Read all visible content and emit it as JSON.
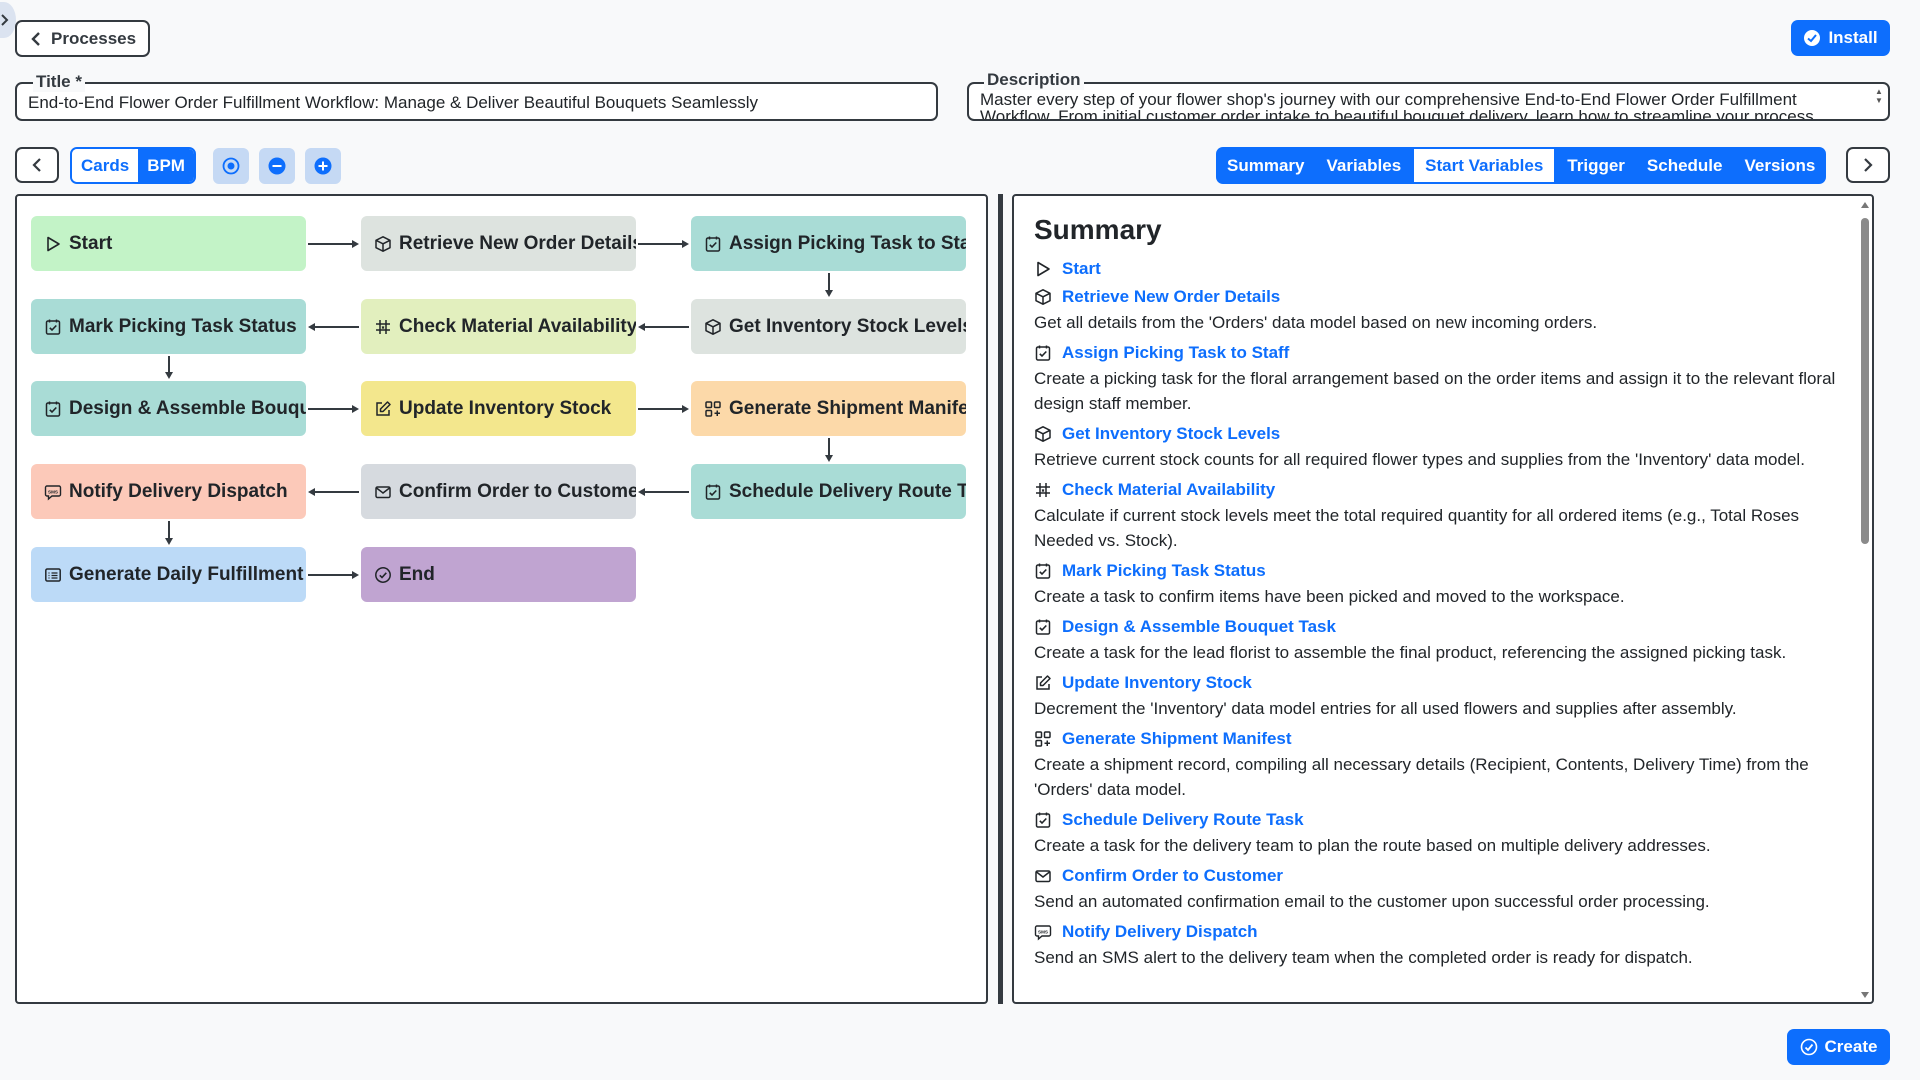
{
  "header": {
    "back_label": "Processes",
    "install_label": "Install"
  },
  "form": {
    "title_label": "Title *",
    "title_value": "End-to-End Flower Order Fulfillment Workflow: Manage & Deliver Beautiful Bouquets Seamlessly",
    "description_label": "Description",
    "description_value": "Master every step of your flower shop's journey with our comprehensive End-to-End Flower Order Fulfillment Workflow. From initial customer order intake to beautiful bouquet delivery, learn how to streamline your process"
  },
  "toolbar": {
    "view_cards": "Cards",
    "view_bpm": "BPM"
  },
  "tabs": [
    {
      "label": "Summary",
      "active": false
    },
    {
      "label": "Variables",
      "active": false
    },
    {
      "label": "Start Variables",
      "active": true
    },
    {
      "label": "Trigger",
      "active": false
    },
    {
      "label": "Schedule",
      "active": false
    },
    {
      "label": "Versions",
      "active": false
    }
  ],
  "nodes": [
    {
      "label": "Start",
      "icon": "play-icon",
      "color": "#c3f3c7"
    },
    {
      "label": "Retrieve New Order Details",
      "icon": "box-icon",
      "color": "#dde3df"
    },
    {
      "label": "Assign Picking Task to Staff",
      "icon": "task-check-icon",
      "color": "#a9dcd6"
    },
    {
      "label": "Get Inventory Stock Levels",
      "icon": "box-icon",
      "color": "#dde3df"
    },
    {
      "label": "Check Material Availability",
      "icon": "grid-calc-icon",
      "color": "#e2efbe"
    },
    {
      "label": "Mark Picking Task Status",
      "icon": "task-check-icon",
      "color": "#a9dcd6"
    },
    {
      "label": "Design & Assemble Bouquet Task",
      "icon": "task-check-icon",
      "color": "#a9dcd6"
    },
    {
      "label": "Update Inventory Stock",
      "icon": "edit-icon",
      "color": "#f3e78d"
    },
    {
      "label": "Generate Shipment Manifest",
      "icon": "apps-icon",
      "color": "#fcd9a9"
    },
    {
      "label": "Schedule Delivery Route Task",
      "icon": "task-check-icon",
      "color": "#a9dcd6"
    },
    {
      "label": "Confirm Order to Customer",
      "icon": "mail-icon",
      "color": "#d6dadf"
    },
    {
      "label": "Notify Delivery Dispatch",
      "icon": "sms-icon",
      "color": "#fcc9b9"
    },
    {
      "label": "Generate Daily Fulfillment Report",
      "icon": "list-icon",
      "color": "#bcdaf7"
    },
    {
      "label": "End",
      "icon": "check-circle-icon",
      "color": "#c0a4d1"
    }
  ],
  "summary": {
    "title": "Summary",
    "items": [
      {
        "name": "Start",
        "icon": "play-icon",
        "desc": ""
      },
      {
        "name": "Retrieve New Order Details",
        "icon": "box-icon",
        "desc": "Get all details from the 'Orders' data model based on new incoming orders."
      },
      {
        "name": "Assign Picking Task to Staff",
        "icon": "task-check-icon",
        "desc": "Create a picking task for the floral arrangement based on the order items and assign it to the relevant floral design staff member."
      },
      {
        "name": "Get Inventory Stock Levels",
        "icon": "box-icon",
        "desc": "Retrieve current stock counts for all required flower types and supplies from the 'Inventory' data model."
      },
      {
        "name": "Check Material Availability",
        "icon": "grid-calc-icon",
        "desc": "Calculate if current stock levels meet the total required quantity for all ordered items (e.g., Total Roses Needed vs. Stock)."
      },
      {
        "name": "Mark Picking Task Status",
        "icon": "task-check-icon",
        "desc": "Create a task to confirm items have been picked and moved to the workspace."
      },
      {
        "name": "Design & Assemble Bouquet Task",
        "icon": "task-check-icon",
        "desc": "Create a task for the lead florist to assemble the final product, referencing the assigned picking task."
      },
      {
        "name": "Update Inventory Stock",
        "icon": "edit-icon",
        "desc": "Decrement the 'Inventory' data model entries for all used flowers and supplies after assembly."
      },
      {
        "name": "Generate Shipment Manifest",
        "icon": "apps-icon",
        "desc": "Create a shipment record, compiling all necessary details (Recipient, Contents, Delivery Time) from the 'Orders' data model."
      },
      {
        "name": "Schedule Delivery Route Task",
        "icon": "task-check-icon",
        "desc": "Create a task for the delivery team to plan the route based on multiple delivery addresses."
      },
      {
        "name": "Confirm Order to Customer",
        "icon": "mail-icon",
        "desc": "Send an automated confirmation email to the customer upon successful order processing."
      },
      {
        "name": "Notify Delivery Dispatch",
        "icon": "sms-icon",
        "desc": "Send an SMS alert to the delivery team when the completed order is ready for dispatch."
      }
    ]
  },
  "footer": {
    "create_label": "Create"
  }
}
